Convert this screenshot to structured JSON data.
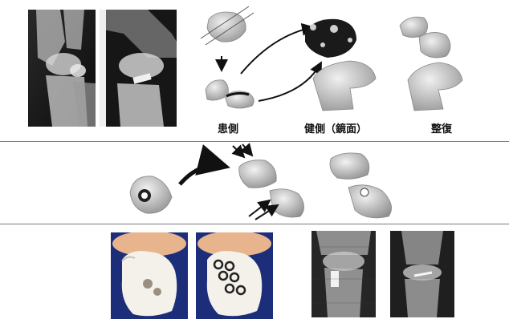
{
  "labels": {
    "affected_side": "患側",
    "healthy_side_mirrored": "健側（鏡面）",
    "reduction": "整復"
  },
  "colors": {
    "bone": "#dcdcdc",
    "bone_shadow": "#a8a8a8",
    "xray_dark": "#141414",
    "xray_light": "#e6e6e6",
    "model_white": "#f3f1ea",
    "glove_skin": "#e8b48d",
    "photo_bg": "#1c2e7a",
    "arrow": "#111111",
    "divider": "#7a7a7a"
  },
  "sections": [
    {
      "name": "preop-planning"
    },
    {
      "name": "fragment-reduction-simulation"
    },
    {
      "name": "printed-model-and-postop-xray"
    }
  ]
}
